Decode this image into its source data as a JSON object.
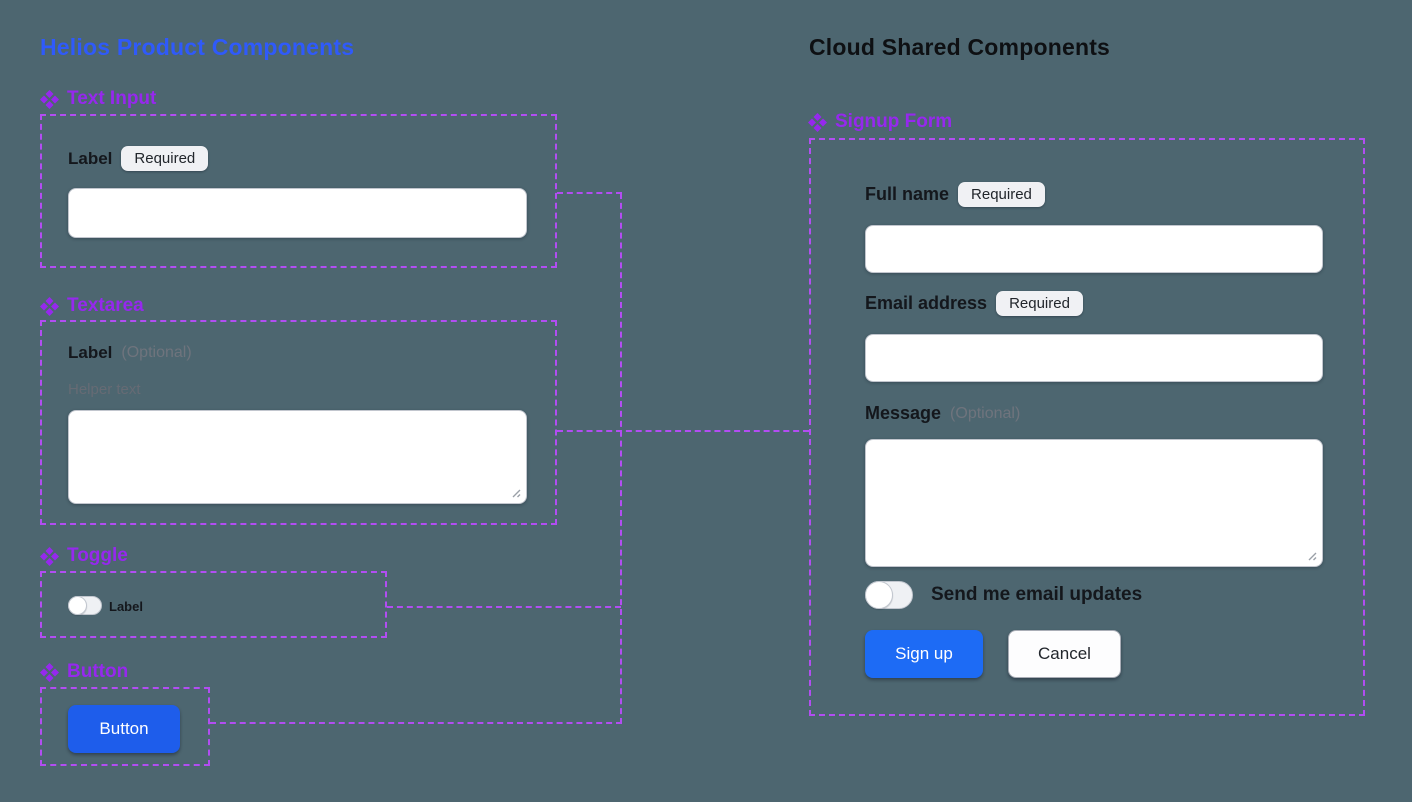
{
  "colors": {
    "canvas_background": "#4d6670",
    "frame_dashed_border": "#b24df2",
    "component_heading_text": "#9628ee",
    "helios_title_text": "#2f5afa",
    "cloud_title_text": "#0e1013",
    "left_button_blue": "#1e5deb",
    "signup_button_blue": "#1d6bf5"
  },
  "left": {
    "title": "Helios Product Components",
    "text_input": {
      "heading": "Text Input",
      "label": "Label",
      "badge": "Required",
      "input_value": ""
    },
    "textarea": {
      "heading": "Textarea",
      "label": "Label",
      "optional_suffix": "(Optional)",
      "helper_text": "Helper text",
      "textarea_value": ""
    },
    "toggle": {
      "heading": "Toggle",
      "label": "Label",
      "state": "off"
    },
    "button": {
      "heading": "Button",
      "label": "Button"
    }
  },
  "right": {
    "title": "Cloud Shared Components",
    "signup_form": {
      "heading": "Signup Form",
      "full_name": {
        "label": "Full name",
        "badge": "Required",
        "value": ""
      },
      "email": {
        "label": "Email address",
        "badge": "Required",
        "value": ""
      },
      "message": {
        "label": "Message",
        "optional_suffix": "(Optional)",
        "value": ""
      },
      "updates_toggle": {
        "label": "Send me email updates",
        "state": "off"
      },
      "buttons": {
        "signup": "Sign up",
        "cancel": "Cancel"
      }
    }
  }
}
